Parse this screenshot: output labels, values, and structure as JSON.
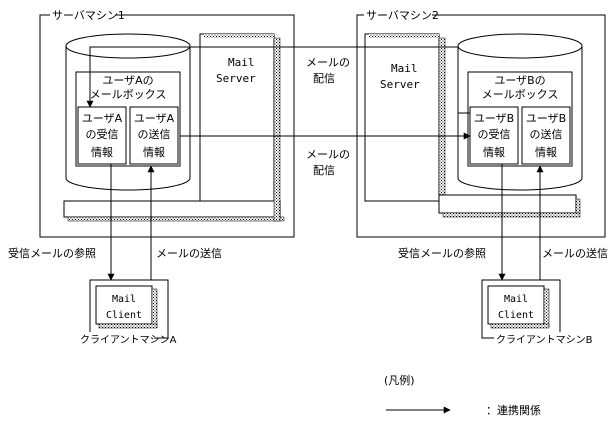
{
  "server1": {
    "label": "サーバマシン1",
    "mail_server": [
      "Mail",
      "Server"
    ],
    "mailbox_title": [
      "ユーザAの",
      "メールボックス"
    ],
    "recv_info": [
      "ユーザA",
      "の受信",
      "情報"
    ],
    "send_info": [
      "ユーザA",
      "の送信",
      "情報"
    ]
  },
  "server2": {
    "label": "サーバマシン2",
    "mail_server": [
      "Mail",
      "Server"
    ],
    "mailbox_title": [
      "ユーザBの",
      "メールボックス"
    ],
    "recv_info": [
      "ユーザB",
      "の受信",
      "情報"
    ],
    "send_info": [
      "ユーザB",
      "の送信",
      "情報"
    ]
  },
  "delivery_top": [
    "メールの",
    "配信"
  ],
  "delivery_bottom": [
    "メールの",
    "配信"
  ],
  "client_a": {
    "recv_ref": "受信メールの参照",
    "send": "メールの送信",
    "box": [
      "Mail",
      "Client"
    ],
    "label": "クライアントマシンA"
  },
  "client_b": {
    "recv_ref": "受信メールの参照",
    "send": "メールの送信",
    "box": [
      "Mail",
      "Client"
    ],
    "label": "クライアントマシンB"
  },
  "legend": {
    "title": "(凡例)",
    "item": "：連携関係"
  }
}
